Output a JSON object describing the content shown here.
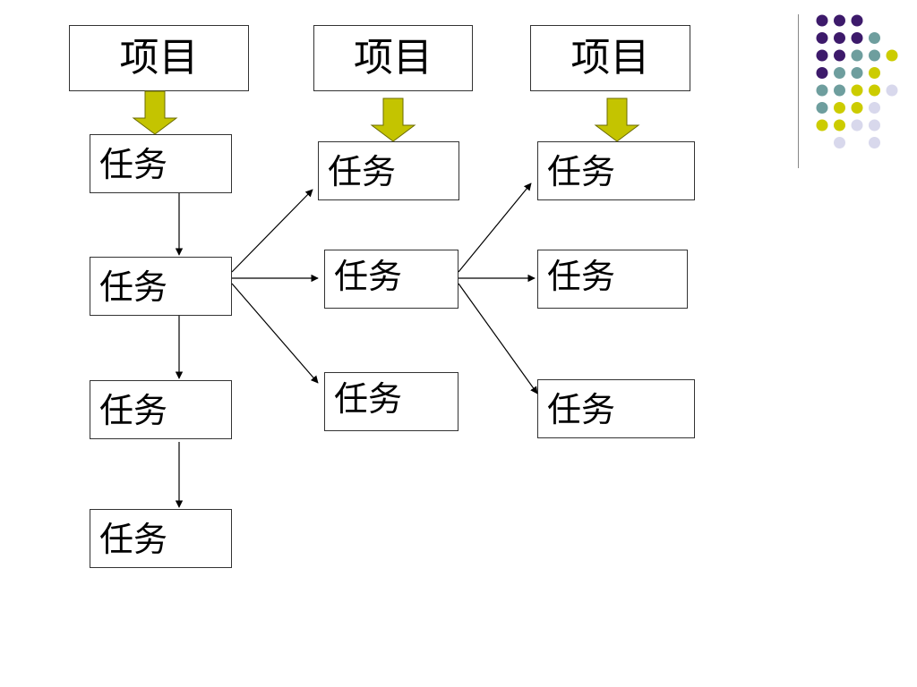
{
  "colors": {
    "down_arrow_fill": "#c4c400",
    "down_arrow_stroke": "#6b6b00",
    "connector": "#000000",
    "dot_purple": "#3d1a6b",
    "dot_teal": "#6e9e9e",
    "dot_yellow": "#cccc00",
    "dot_lavender": "#d8d8ec"
  },
  "decoration": {
    "dots_icon": "dot-grid-decoration"
  },
  "columns": [
    {
      "project": "项目",
      "tasks": [
        "任务",
        "任务",
        "任务",
        "任务"
      ]
    },
    {
      "project": "项目",
      "tasks": [
        "任务",
        "任务",
        "任务"
      ]
    },
    {
      "project": "项目",
      "tasks": [
        "任务",
        "任务",
        "任务"
      ]
    }
  ]
}
